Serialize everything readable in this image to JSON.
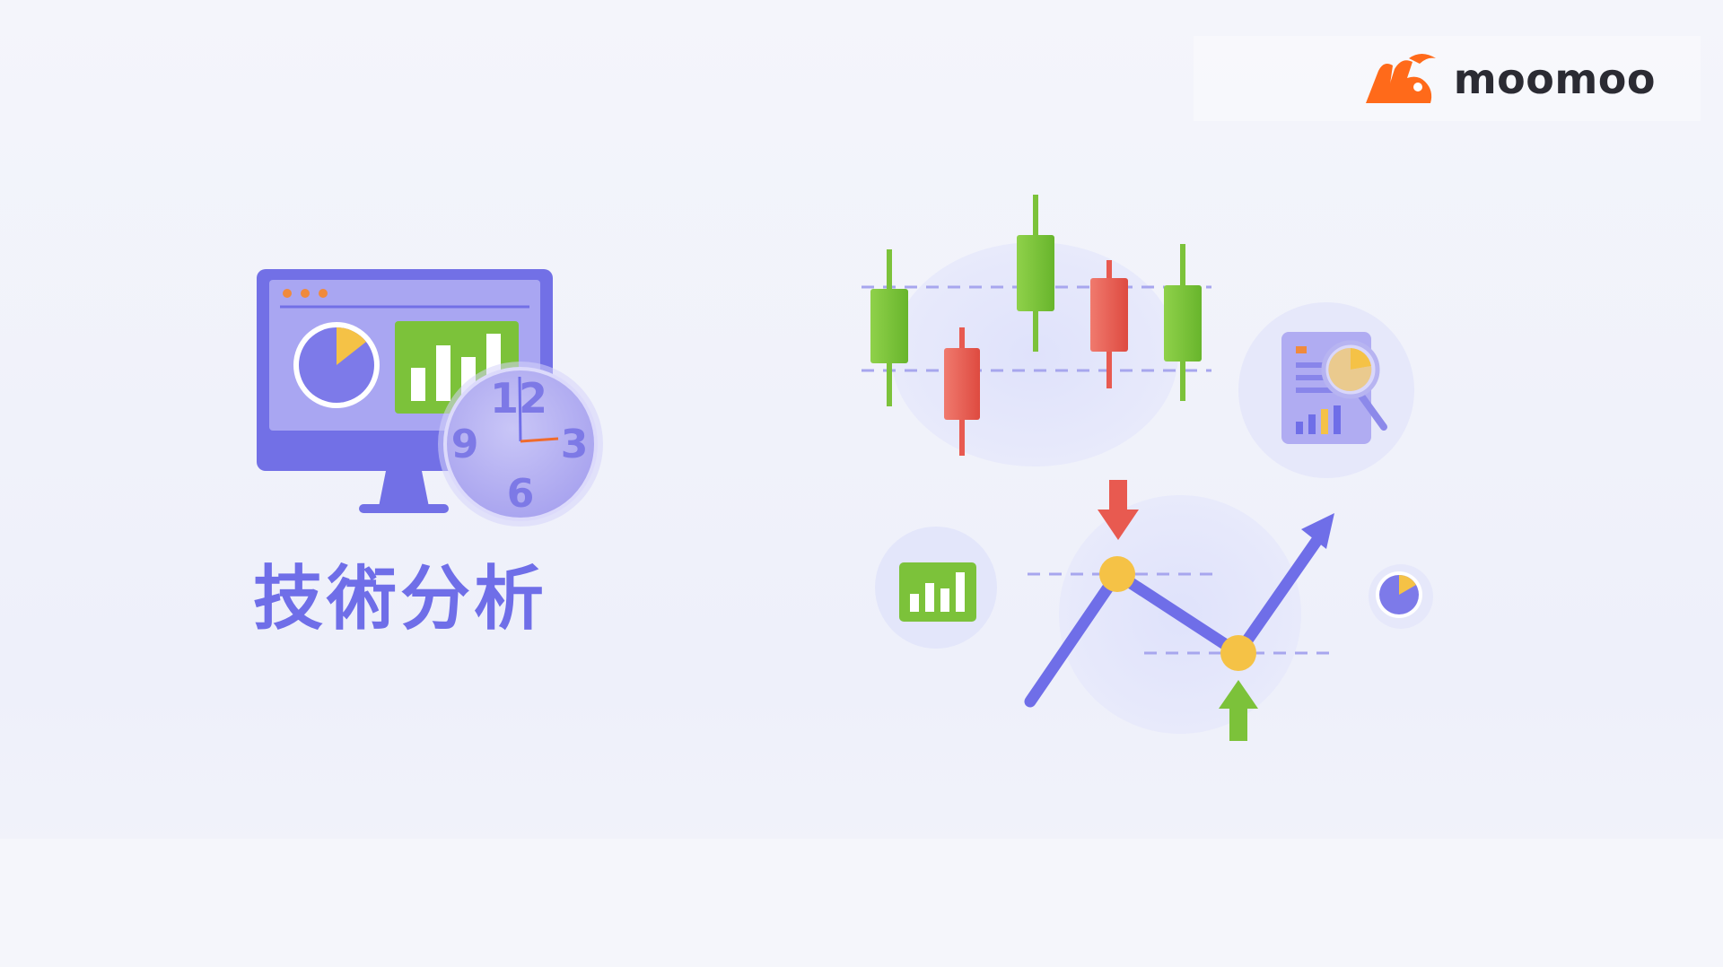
{
  "brand": {
    "name": "moomoo",
    "accent": "#ff6a1a"
  },
  "title": "技術分析",
  "clock": {
    "numbers": [
      "12",
      "3",
      "6",
      "9"
    ]
  },
  "colors": {
    "primary": "#6f6ee8",
    "up": "#7cc23a",
    "down": "#e85a50",
    "gold": "#f5c246"
  }
}
